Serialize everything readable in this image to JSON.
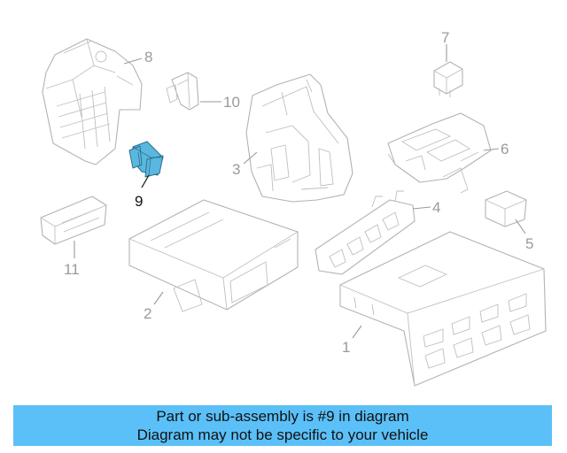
{
  "diagram": {
    "callouts": [
      {
        "id": "1",
        "label": "1",
        "highlight": false
      },
      {
        "id": "2",
        "label": "2",
        "highlight": false
      },
      {
        "id": "3",
        "label": "3",
        "highlight": false
      },
      {
        "id": "4",
        "label": "4",
        "highlight": false
      },
      {
        "id": "5",
        "label": "5",
        "highlight": false
      },
      {
        "id": "6",
        "label": "6",
        "highlight": false
      },
      {
        "id": "7",
        "label": "7",
        "highlight": false
      },
      {
        "id": "8",
        "label": "8",
        "highlight": false
      },
      {
        "id": "9",
        "label": "9",
        "highlight": true
      },
      {
        "id": "10",
        "label": "10",
        "highlight": false
      },
      {
        "id": "11",
        "label": "11",
        "highlight": false
      }
    ],
    "colors": {
      "line_art": "#b3b3b3",
      "highlight_fill": "#5ab8df",
      "highlight_stroke": "#2d6f8f",
      "caption_background": "#5bc0f8"
    }
  },
  "caption": {
    "line1": "Part or sub-assembly is #9 in diagram",
    "line2": "Diagram may not be specific to your vehicle"
  }
}
